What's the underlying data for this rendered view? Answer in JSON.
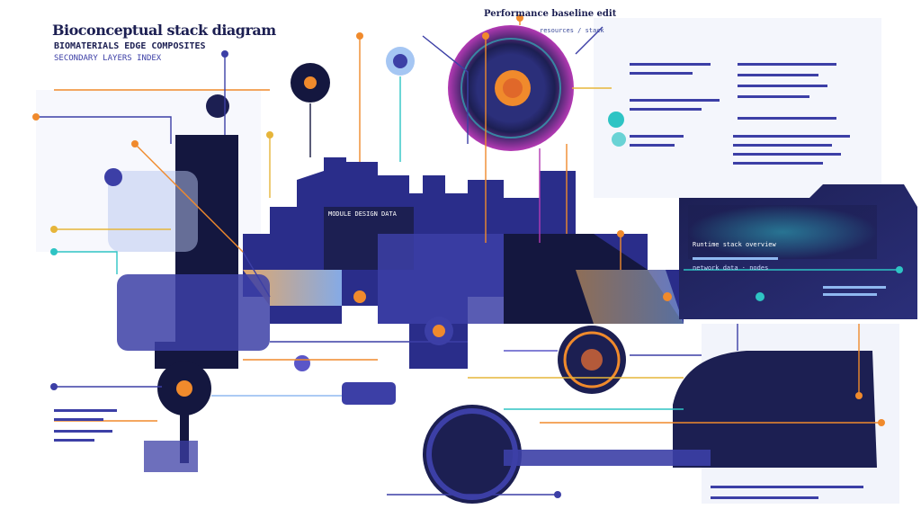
{
  "header": {
    "title_line1": "Bioconceptual stack diagram",
    "title_line2": "BIOMATERIALS EDGE COMPOSITES",
    "title_line3": "SECONDARY LAYERS INDEX",
    "top_center_label": "Performance baseline edit",
    "top_center_sub": "resources / stack",
    "mid_label": "MODULE DESIGN DATA",
    "right_panel_label": "Runtime stack overview",
    "right_panel_sub": "network data · nodes"
  },
  "colors": {
    "navy": "#1c1f52",
    "indigo": "#3c3fa6",
    "violet": "#5a56c8",
    "orange": "#f08a2c",
    "teal": "#2ec4c4",
    "magenta": "#b43ab4",
    "gold": "#e6b53a",
    "light_blue": "#8fb8f0"
  }
}
